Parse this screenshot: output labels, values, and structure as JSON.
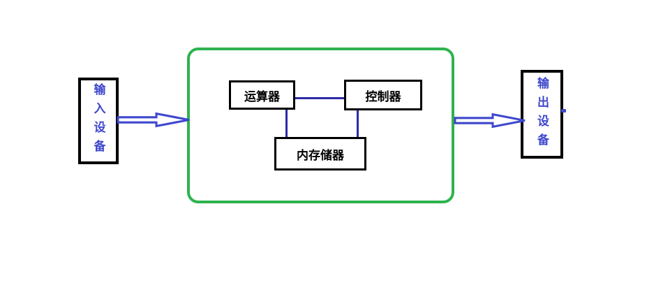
{
  "diagram": {
    "type": "computer-architecture-block-diagram",
    "colors": {
      "accent_blue": "#3F48CC",
      "connector_blue": "#2B2BA8",
      "boundary_green": "#2EB34E",
      "box_border_black": "#000000",
      "background": "#ffffff"
    },
    "nodes": {
      "input_device": {
        "label": "输入设备",
        "text_orientation": "vertical",
        "text_color": "#3F48CC"
      },
      "alu": {
        "label": "运算器",
        "text_orientation": "horizontal",
        "text_color": "#000000"
      },
      "control_unit": {
        "label": "控制器",
        "text_orientation": "horizontal",
        "text_color": "#000000"
      },
      "memory": {
        "label": "内存储器",
        "text_orientation": "horizontal",
        "text_color": "#000000"
      },
      "output_device": {
        "label": "输出设备",
        "text_orientation": "vertical",
        "text_color": "#3F48CC"
      }
    },
    "connections": [
      {
        "from": "input_device",
        "to": "system_boundary",
        "style": "block-arrow-right"
      },
      {
        "from": "alu",
        "to": "control_unit",
        "style": "line"
      },
      {
        "from": "alu",
        "to": "memory",
        "style": "line"
      },
      {
        "from": "control_unit",
        "to": "memory",
        "style": "line"
      },
      {
        "from": "system_boundary",
        "to": "output_device",
        "style": "block-arrow-right"
      }
    ],
    "icons": {
      "input_arrow": "block-arrow-right-icon",
      "output_arrow": "block-arrow-right-icon"
    }
  }
}
